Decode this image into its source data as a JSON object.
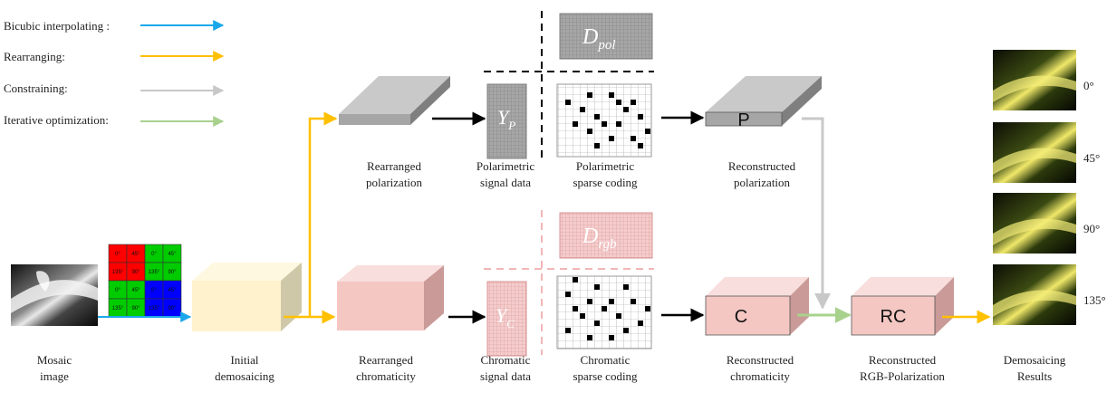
{
  "legend": [
    {
      "label": "Bicubic  interpolating  :",
      "color": "#1aa7ea"
    },
    {
      "label": "Rearranging:",
      "color": "#ffc000"
    },
    {
      "label": "Constraining:",
      "color": "#c8c8c8"
    },
    {
      "label": "Iterative  optimization:",
      "color": "#a9d18e"
    }
  ],
  "labels": {
    "mosaic": [
      "Mosaic",
      "image"
    ],
    "initial": [
      "Initial",
      "demosaicing"
    ],
    "rearr_pol": [
      "Rearranged",
      "polarization"
    ],
    "rearr_chr": [
      "Rearranged",
      "chromaticity"
    ],
    "pol_signal": [
      "Polarimetric",
      "signal  data"
    ],
    "chr_signal": [
      "Chromatic",
      "signal  data"
    ],
    "pol_sparse": [
      "Polarimetric",
      "sparse coding"
    ],
    "chr_sparse": [
      "Chromatic",
      "sparse coding"
    ],
    "recon_pol": [
      "Reconstructed",
      "polarization"
    ],
    "recon_chr": [
      "Reconstructed",
      "chromaticity"
    ],
    "recon_rgbp": [
      "Reconstructed",
      "RGB-Polarization"
    ],
    "results": [
      "Demosaicing",
      "Results"
    ]
  },
  "symbols": {
    "dpol_main": "D",
    "dpol_sub": "pol",
    "drgb_main": "D",
    "drgb_sub": "rgb",
    "yp_main": "Y",
    "yp_sub": "P",
    "yc_main": "Y",
    "yc_sub": "C"
  },
  "cube_letters": {
    "p": "P",
    "c": "C",
    "rc": "RC"
  },
  "mosaic_cells": [
    "0°",
    "45°",
    "0°",
    "45°",
    "135°",
    "90°",
    "135°",
    "90°",
    "0°",
    "45°",
    "0°",
    "45°",
    "135°",
    "90°",
    "135°",
    "90°"
  ],
  "angles": [
    "0°",
    "45°",
    "90°",
    "135°"
  ],
  "colors": {
    "blue": "#1aa7ea",
    "yellow": "#ffc000",
    "gray": "#c8c8c8",
    "green": "#a9d18e",
    "cream": "#fff2cc",
    "pink": "#f4c7c3",
    "gray_box": "#bfbfbf"
  }
}
